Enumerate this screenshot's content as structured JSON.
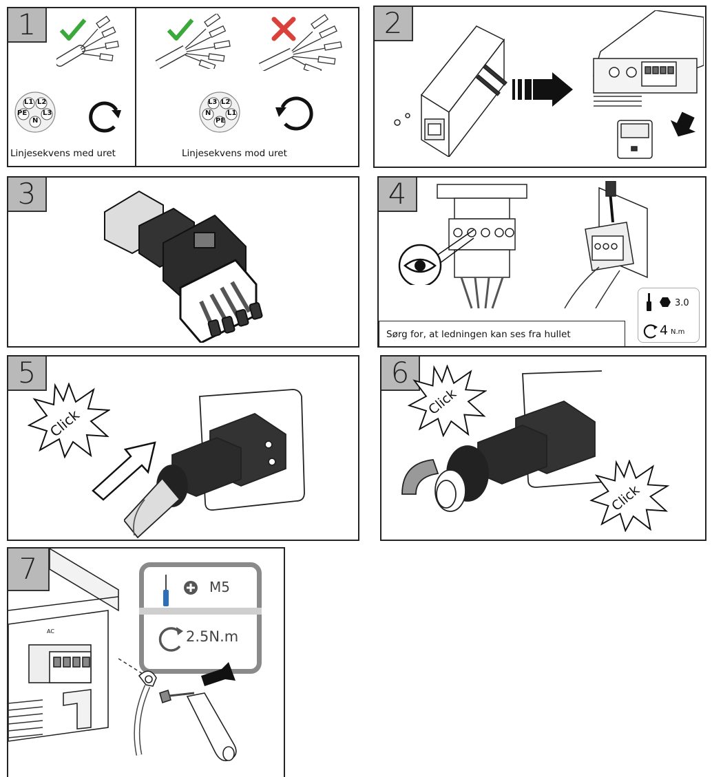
{
  "steps": [
    {
      "number": "1",
      "caption_left": "Linjesekvens med uret",
      "caption_right": "Linjesekvens mod uret",
      "pin_labels_cw": [
        "L1",
        "L2",
        "PE",
        "L3",
        "N"
      ],
      "pin_labels_ccw": [
        "L3",
        "L2",
        "N",
        "L1",
        "PE"
      ]
    },
    {
      "number": "2"
    },
    {
      "number": "3"
    },
    {
      "number": "4",
      "caption": "Sørg for, at ledningen kan ses fra hullet",
      "tool_size": "3.0",
      "torque": "4",
      "torque_unit": "N.m"
    },
    {
      "number": "5",
      "click": "Click"
    },
    {
      "number": "6",
      "click_1": "Click",
      "click_2": "Click"
    },
    {
      "number": "7",
      "screw_size": "M5",
      "torque": "2.5N.m",
      "port_label": "AC"
    }
  ]
}
